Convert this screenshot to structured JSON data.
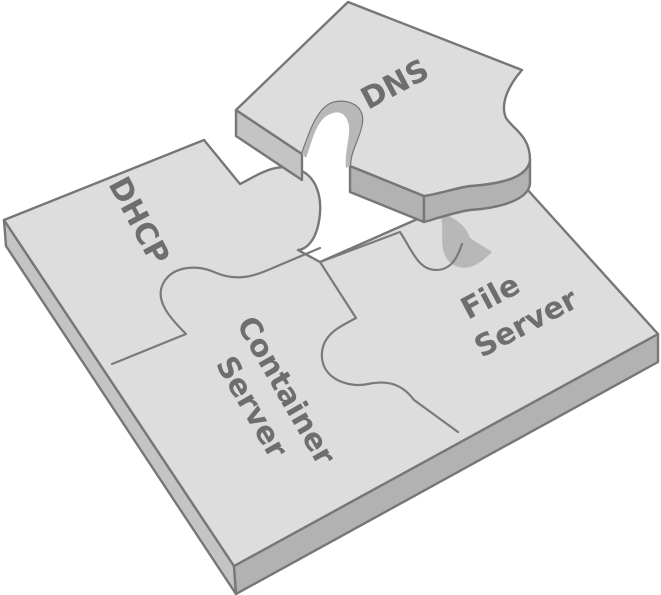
{
  "diagram": {
    "pieces": [
      {
        "id": "dns",
        "label_lines": [
          "DNS"
        ]
      },
      {
        "id": "dhcp",
        "label_lines": [
          "DHCP"
        ]
      },
      {
        "id": "container-server",
        "label_lines": [
          "Container",
          "Server"
        ]
      },
      {
        "id": "file-server",
        "label_lines": [
          "File",
          "Server"
        ]
      }
    ],
    "colors": {
      "top_face": "#dddddd",
      "side_face": "#c4c4c4",
      "outline": "#777777",
      "label": "#6e6e6e"
    }
  }
}
